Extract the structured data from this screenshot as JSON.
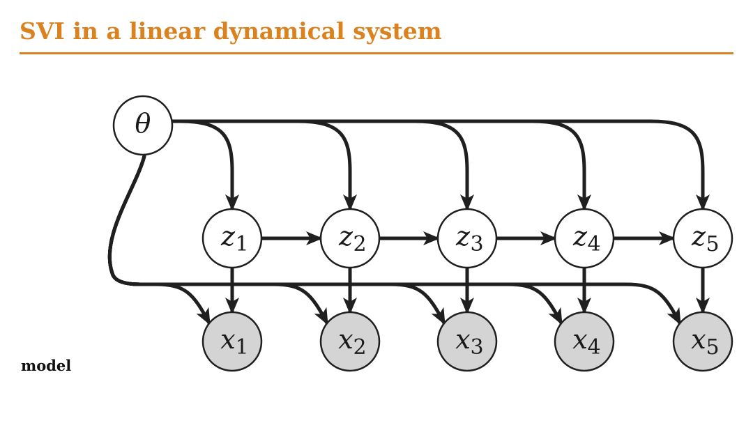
{
  "slide": {
    "title": "SVI in a linear dynamical system",
    "caption": "model",
    "accent_color": "#d9821f",
    "observed_fill": "#d4d4d4",
    "latent_fill": "#ffffff"
  },
  "graph": {
    "nodes": [
      {
        "id": "theta",
        "label": "θ",
        "sub": "",
        "kind": "parameter"
      },
      {
        "id": "z1",
        "label": "z",
        "sub": "1",
        "kind": "latent"
      },
      {
        "id": "z2",
        "label": "z",
        "sub": "2",
        "kind": "latent"
      },
      {
        "id": "z3",
        "label": "z",
        "sub": "3",
        "kind": "latent"
      },
      {
        "id": "z4",
        "label": "z",
        "sub": "4",
        "kind": "latent"
      },
      {
        "id": "z5",
        "label": "z",
        "sub": "5",
        "kind": "latent"
      },
      {
        "id": "x1",
        "label": "x",
        "sub": "1",
        "kind": "observed"
      },
      {
        "id": "x2",
        "label": "x",
        "sub": "2",
        "kind": "observed"
      },
      {
        "id": "x3",
        "label": "x",
        "sub": "3",
        "kind": "observed"
      },
      {
        "id": "x4",
        "label": "x",
        "sub": "4",
        "kind": "observed"
      },
      {
        "id": "x5",
        "label": "x",
        "sub": "5",
        "kind": "observed"
      }
    ],
    "edges": [
      {
        "from": "theta",
        "to": "z1"
      },
      {
        "from": "theta",
        "to": "z2"
      },
      {
        "from": "theta",
        "to": "z3"
      },
      {
        "from": "theta",
        "to": "z4"
      },
      {
        "from": "theta",
        "to": "z5"
      },
      {
        "from": "theta",
        "to": "x1"
      },
      {
        "from": "theta",
        "to": "x2"
      },
      {
        "from": "theta",
        "to": "x3"
      },
      {
        "from": "theta",
        "to": "x4"
      },
      {
        "from": "theta",
        "to": "x5"
      },
      {
        "from": "z1",
        "to": "z2"
      },
      {
        "from": "z2",
        "to": "z3"
      },
      {
        "from": "z3",
        "to": "z4"
      },
      {
        "from": "z4",
        "to": "z5"
      },
      {
        "from": "z1",
        "to": "x1"
      },
      {
        "from": "z2",
        "to": "x2"
      },
      {
        "from": "z3",
        "to": "x3"
      },
      {
        "from": "z4",
        "to": "x4"
      },
      {
        "from": "z5",
        "to": "x5"
      }
    ]
  }
}
